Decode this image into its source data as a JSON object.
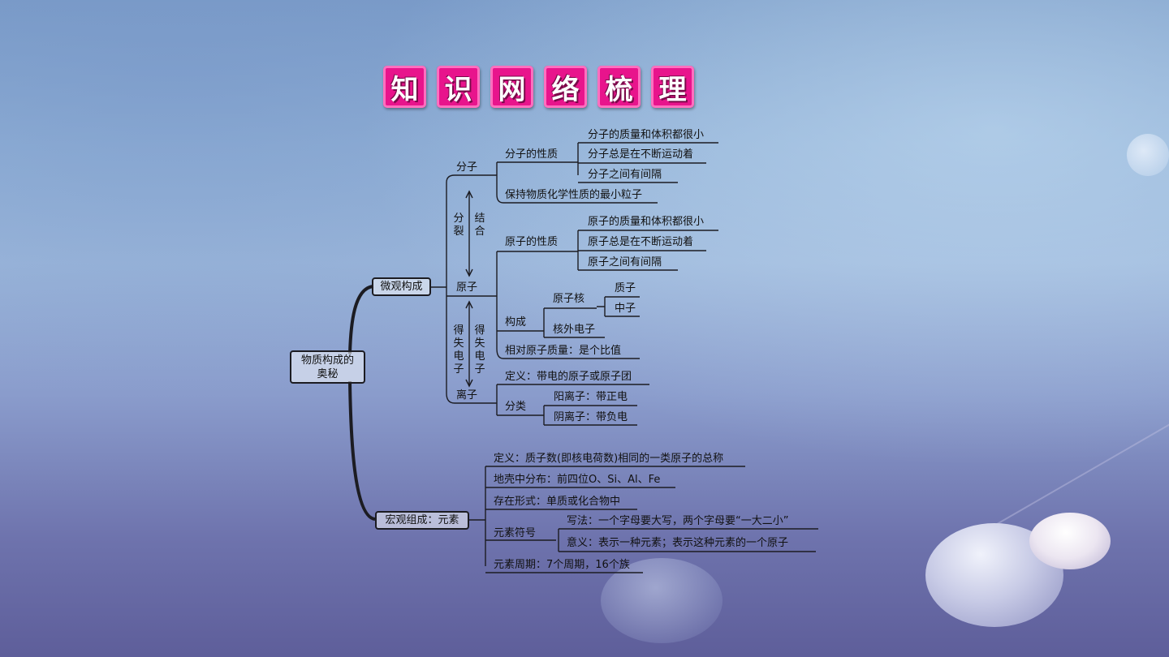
{
  "title_chars": [
    "知",
    "识",
    "网",
    "络",
    "梳",
    "理"
  ],
  "colors": {
    "title_bg": "#e8148c",
    "line": "#1c1c22"
  },
  "root": "物质构成的奥秘",
  "micro": {
    "label": "微观构成",
    "molecule": {
      "label": "分子",
      "props_label": "分子的性质",
      "props": [
        "分子的质量和体积都很小",
        "分子总是在不断运动着",
        "分子之间有间隔"
      ],
      "definition": "保持物质化学性质的最小粒子"
    },
    "split_label": "分裂",
    "combine_label": "结合",
    "atom": {
      "label": "原子",
      "props_label": "原子的性质",
      "props": [
        "原子的质量和体积都很小",
        "原子总是在不断运动着",
        "原子之间有间隔"
      ],
      "structure_label": "构成",
      "nucleus_label": "原子核",
      "nucleus_parts": [
        "质子",
        "中子"
      ],
      "electron_label": "核外电子",
      "relative_mass": "相对原子质量：是个比值"
    },
    "gain_lose_left": "得失电子",
    "gain_lose_right": "得失电子",
    "ion": {
      "label": "离子",
      "definition": "定义：带电的原子或原子团",
      "class_label": "分类",
      "classes": [
        "阳离子：带正电",
        "阴离子：带负电"
      ]
    }
  },
  "macro": {
    "label": "宏观组成：元素",
    "definition": "定义：质子数(即核电荷数)相同的一类原子的总称",
    "crust": "地壳中分布：前四位O、Si、Al、Fe",
    "forms": "存在形式：单质或化合物中",
    "symbol_label": "元素符号",
    "symbol_items": [
      "写法：一个字母要大写，两个字母要“一大二小”",
      "意义：表示一种元素；表示这种元素的一个原子"
    ],
    "period": "元素周期：7个周期，16个族"
  }
}
